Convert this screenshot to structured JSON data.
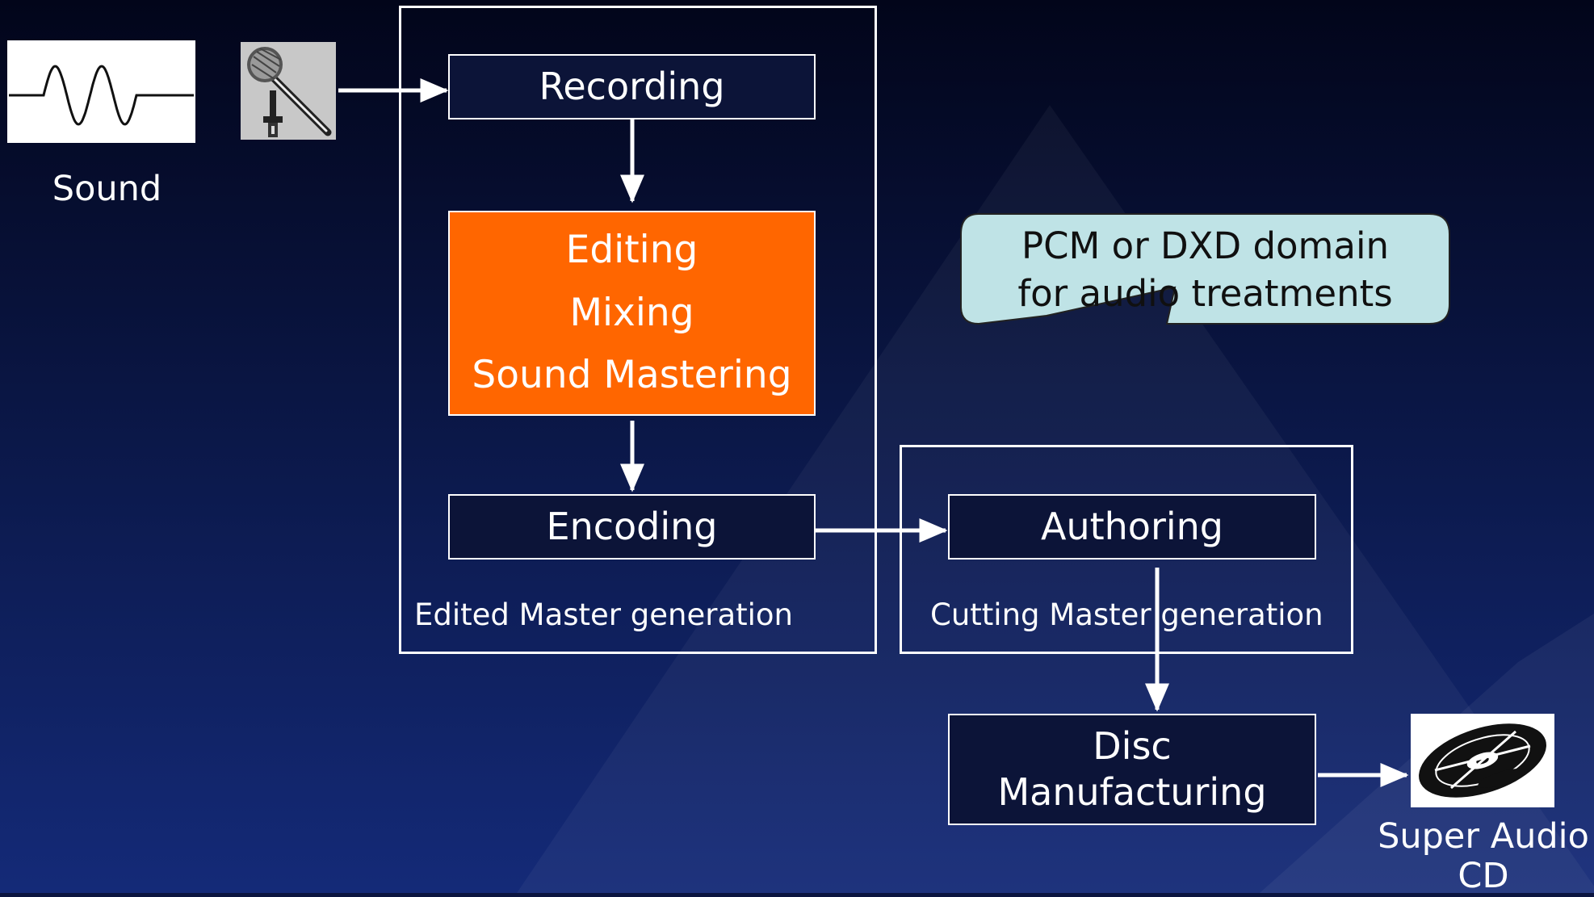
{
  "diagram": {
    "sound_label": "Sound",
    "steps": {
      "recording": "Recording",
      "processing": [
        "Editing",
        "Mixing",
        "Sound Mastering"
      ],
      "encoding": "Encoding",
      "authoring": "Authoring",
      "disc_manufacturing": [
        "Disc",
        "Manufacturing"
      ]
    },
    "groups": {
      "edited_master": "Edited Master generation",
      "cutting_master": "Cutting Master generation"
    },
    "callout": [
      "PCM or DXD domain",
      "for audio treatments"
    ],
    "output_label": [
      "Super Audio",
      "CD"
    ]
  },
  "colors": {
    "background": "#0b1540",
    "highlight": "#ff6600",
    "callout_fill": "#bfe3e6",
    "stroke": "#ffffff"
  },
  "icons": [
    "sound-wave-icon",
    "microphone-icon",
    "compact-disc-icon"
  ]
}
